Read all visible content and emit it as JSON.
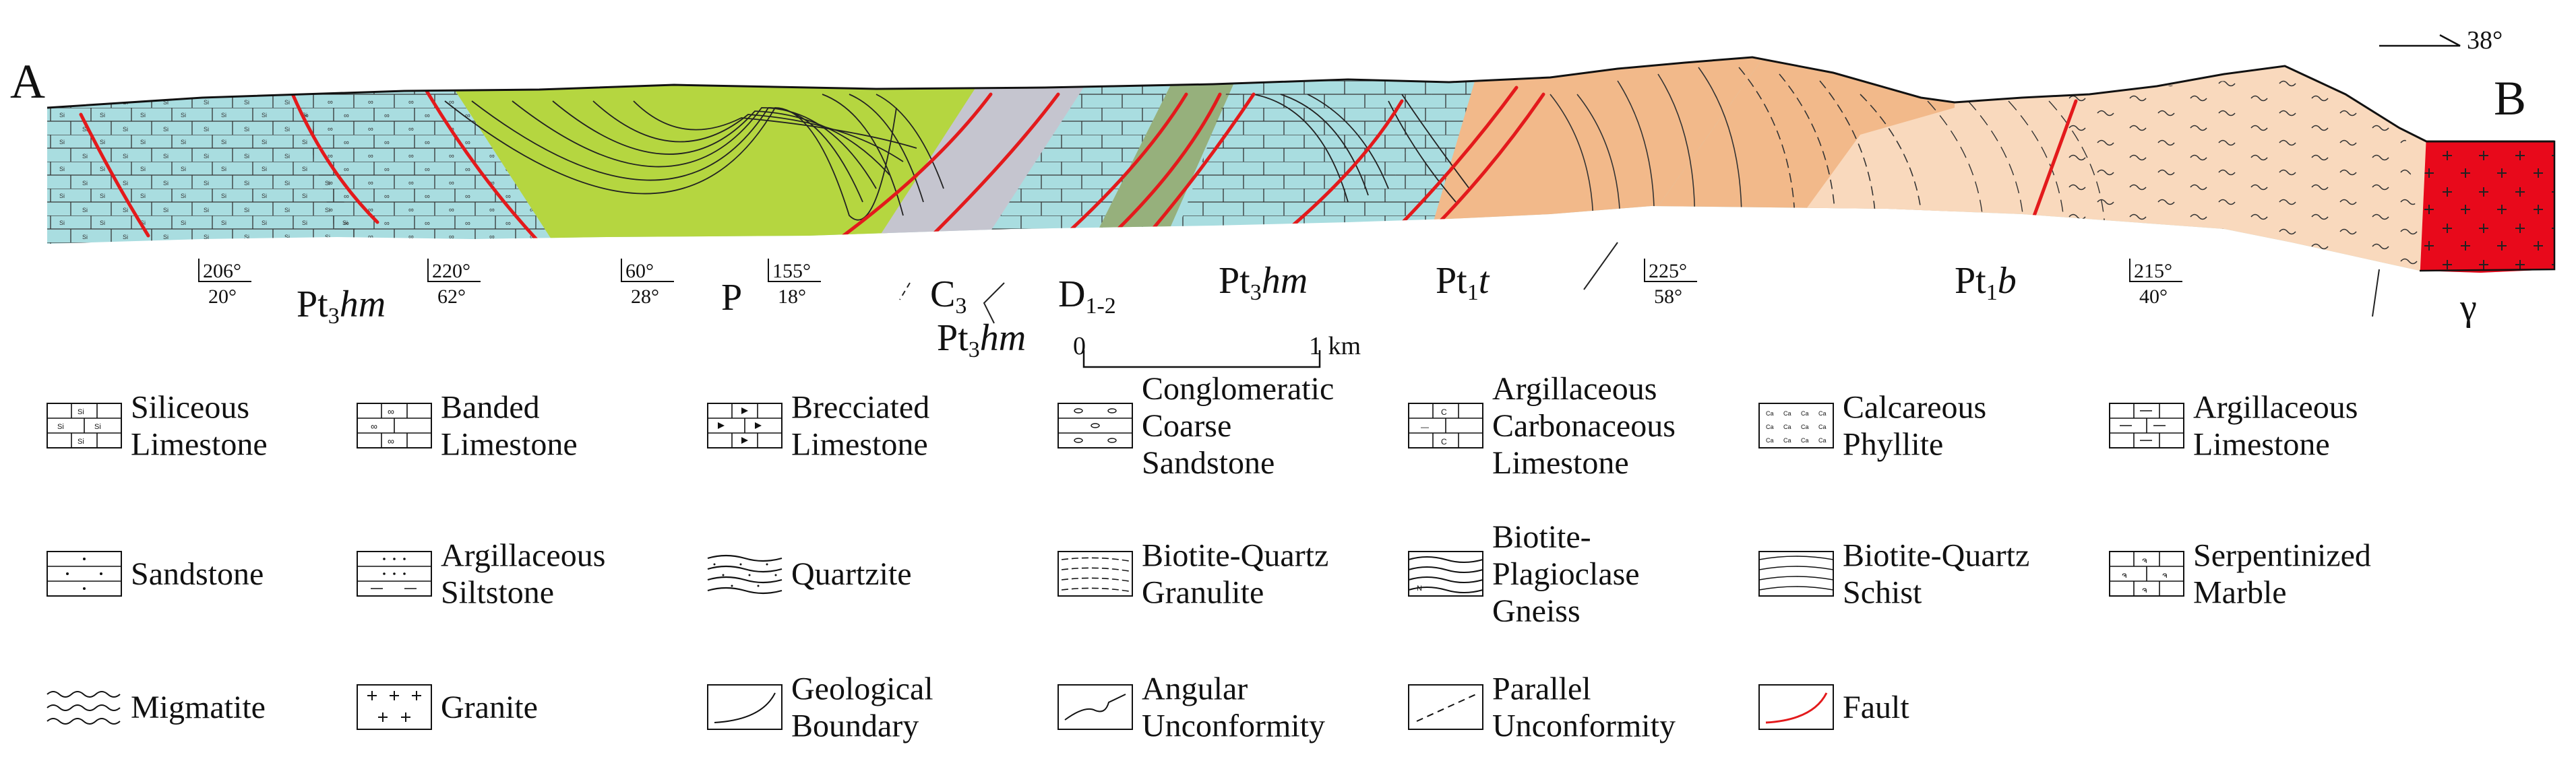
{
  "section": {
    "endpoints": {
      "start": "A",
      "end": "B"
    },
    "north_arrow": "38°",
    "unit_labels": [
      {
        "id": "pt3hm-1",
        "base": "Pt",
        "sub": "3",
        "italic": "hm"
      },
      {
        "id": "p",
        "base": "P"
      },
      {
        "id": "c3",
        "base": "C",
        "sub": "3"
      },
      {
        "id": "pt3hm-2",
        "base": "Pt",
        "sub": "3",
        "italic": "hm"
      },
      {
        "id": "d12",
        "base": "D",
        "sub": "1-2"
      },
      {
        "id": "pt3hm-3",
        "base": "Pt",
        "sub": "3",
        "italic": "hm"
      },
      {
        "id": "pt1t",
        "base": "Pt",
        "sub": "1",
        "italic": "t"
      },
      {
        "id": "pt1b",
        "base": "Pt",
        "sub": "1",
        "italic": "b"
      },
      {
        "id": "gamma",
        "base": "γ"
      }
    ],
    "attitudes": [
      {
        "dir": "206°",
        "dip": "20°"
      },
      {
        "dir": "220°",
        "dip": "62°"
      },
      {
        "dir": "60°",
        "dip": "28°"
      },
      {
        "dir": "155°",
        "dip": "18°"
      },
      {
        "dir": "225°",
        "dip": "58°"
      },
      {
        "dir": "215°",
        "dip": "40°"
      }
    ],
    "scale": {
      "start": "0",
      "end": "1 km"
    }
  },
  "legend": [
    {
      "label": "Siliceous\nLimestone",
      "pattern": "siliceous-limestone"
    },
    {
      "label": "Banded\nLimestone",
      "pattern": "banded-limestone"
    },
    {
      "label": "Brecciated\nLimestone",
      "pattern": "brecciated-limestone"
    },
    {
      "label": "Conglomeratic\nCoarse\nSandstone",
      "pattern": "conglomeratic-sandstone"
    },
    {
      "label": "Argillaceous\nCarbonaceous\nLimestone",
      "pattern": "argillaceous-carbonaceous-limestone"
    },
    {
      "label": "Calcareous\nPhyllite",
      "pattern": "calcareous-phyllite"
    },
    {
      "label": "Argillaceous\nLimestone",
      "pattern": "argillaceous-limestone"
    },
    {
      "label": "Sandstone",
      "pattern": "sandstone"
    },
    {
      "label": "Argillaceous\nSiltstone",
      "pattern": "argillaceous-siltstone"
    },
    {
      "label": "Quartzite",
      "pattern": "quartzite"
    },
    {
      "label": "Biotite-Quartz\nGranulite",
      "pattern": "biotite-quartz-granulite"
    },
    {
      "label": "Biotite-\nPlagioclase\nGneiss",
      "pattern": "biotite-plagioclase-gneiss"
    },
    {
      "label": "Biotite-Quartz\nSchist",
      "pattern": "biotite-quartz-schist"
    },
    {
      "label": "Serpentinized\nMarble",
      "pattern": "serpentinized-marble"
    },
    {
      "label": "Migmatite",
      "pattern": "migmatite"
    },
    {
      "label": "Granite",
      "pattern": "granite"
    },
    {
      "label": "Geological\nBoundary",
      "pattern": "geological-boundary"
    },
    {
      "label": "Angular\nUnconformity",
      "pattern": "angular-unconformity"
    },
    {
      "label": "Parallel\nUnconformity",
      "pattern": "parallel-unconformity"
    },
    {
      "label": "Fault",
      "pattern": "fault"
    }
  ],
  "colors": {
    "limestone_blue": "#a9dde0",
    "permian_green": "#b5d640",
    "carboniferous_grey": "#c5c5cf",
    "devonian_green": "#96b07c",
    "pt1t_orange": "#f2b98a",
    "pt1b_peach": "#f9d9bd",
    "granite_red": "#e8091b",
    "fault_red": "#e31a1c"
  }
}
